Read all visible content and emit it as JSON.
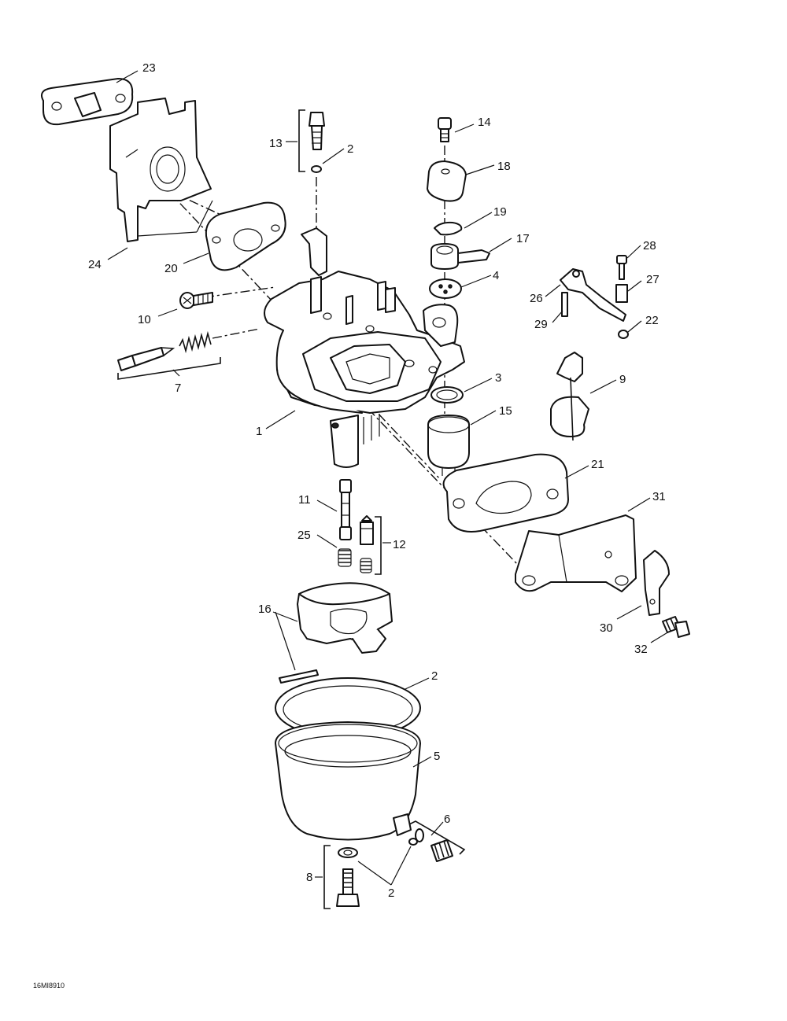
{
  "diagram": {
    "figure_code": "16MI8910",
    "callouts": {
      "c1": "1",
      "c2a": "2",
      "c2b": "2",
      "c2c": "2",
      "c3": "3",
      "c4": "4",
      "c5": "5",
      "c6": "6",
      "c7": "7",
      "c8": "8",
      "c9": "9",
      "c10": "10",
      "c11": "11",
      "c12": "12",
      "c13": "13",
      "c14": "14",
      "c15": "15",
      "c16": "16",
      "c17": "17",
      "c18": "18",
      "c19": "19",
      "c20": "20",
      "c21": "21",
      "c22": "22",
      "c23": "23",
      "c24": "24",
      "c25": "25",
      "c26": "26",
      "c27": "27",
      "c28": "28",
      "c29": "29",
      "c30": "30",
      "c31": "31",
      "c32": "32"
    }
  }
}
